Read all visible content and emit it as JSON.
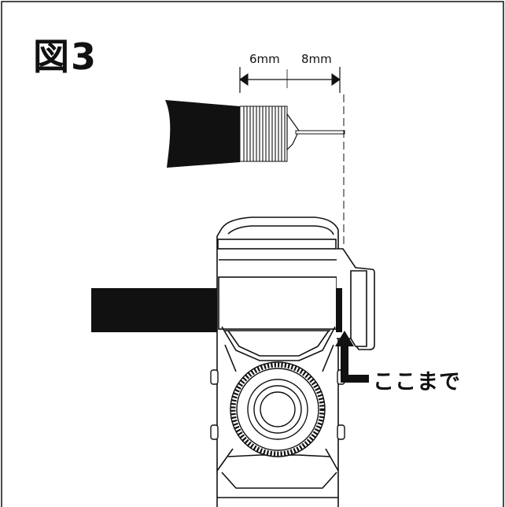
{
  "figure": {
    "title": "図3",
    "dimension_left": "6mm",
    "dimension_right": "8mm",
    "callout_label": "ここまで",
    "colors": {
      "ink": "#111111",
      "paper": "#ffffff"
    }
  }
}
